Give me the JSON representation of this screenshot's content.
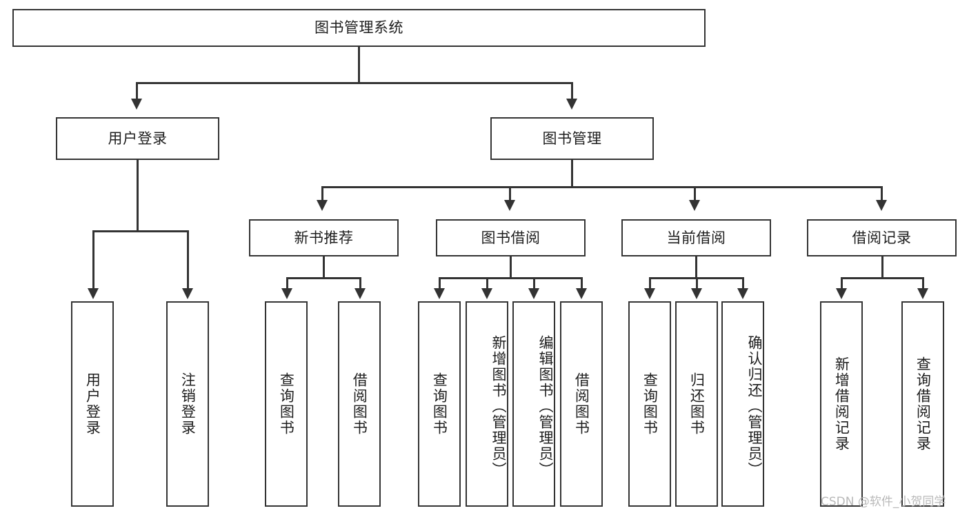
{
  "diagram": {
    "type": "tree-hierarchy-diagram",
    "title": "图书管理系统",
    "watermark": "CSDN @软件_小贺同学",
    "colors": {
      "stroke": "#333333",
      "fill": "#ffffff",
      "text": "#1d1d1d",
      "watermark": "#b9b9b9"
    },
    "root": {
      "label": "图书管理系统"
    },
    "level1": [
      {
        "label": "用户登录"
      },
      {
        "label": "图书管理"
      }
    ],
    "level2": [
      {
        "label": "新书推荐"
      },
      {
        "label": "图书借阅"
      },
      {
        "label": "当前借阅"
      },
      {
        "label": "借阅记录"
      }
    ],
    "leaves": {
      "user_login": [
        {
          "label": "用户登录"
        },
        {
          "label": "注销登录"
        }
      ],
      "new_book_recommend": [
        {
          "label": "查询图书"
        },
        {
          "label": "借阅图书"
        }
      ],
      "book_borrow": [
        {
          "label": "查询图书"
        },
        {
          "label": "新增图书（管理员）"
        },
        {
          "label": "编辑图书（管理员）"
        },
        {
          "label": "借阅图书"
        }
      ],
      "current_borrow": [
        {
          "label": "查询图书"
        },
        {
          "label": "归还图书"
        },
        {
          "label": "确认归还（管理员）"
        }
      ],
      "borrow_record": [
        {
          "label": "新增借阅记录"
        },
        {
          "label": "查询借阅记录"
        }
      ]
    }
  }
}
